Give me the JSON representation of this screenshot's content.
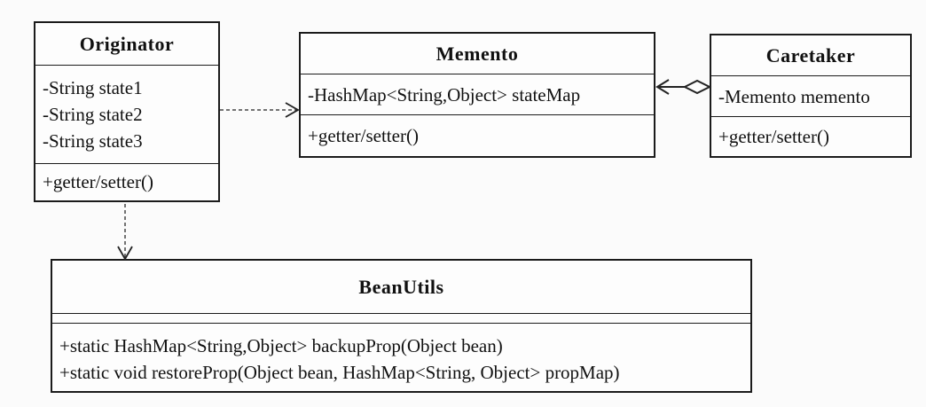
{
  "diagram": {
    "classes": {
      "originator": {
        "name": "Originator",
        "attributes": [
          "-String state1",
          "-String state2",
          "-String state3"
        ],
        "operations": [
          "+getter/setter()"
        ]
      },
      "memento": {
        "name": "Memento",
        "attributes": [
          "-HashMap<String,Object> stateMap"
        ],
        "operations": [
          "+getter/setter()"
        ]
      },
      "caretaker": {
        "name": "Caretaker",
        "attributes": [
          "-Memento memento"
        ],
        "operations": [
          "+getter/setter()"
        ]
      },
      "beanutils": {
        "name": "BeanUtils",
        "attributes": [],
        "operations": [
          "+static HashMap<String,Object> backupProp(Object bean)",
          "+static void restoreProp(Object bean, HashMap<String, Object> propMap)"
        ]
      }
    },
    "relationships": [
      {
        "from": "Originator",
        "to": "Memento",
        "kind": "dependency"
      },
      {
        "from": "Originator",
        "to": "BeanUtils",
        "kind": "dependency"
      },
      {
        "from": "Caretaker",
        "to": "Memento",
        "kind": "aggregation"
      }
    ]
  }
}
